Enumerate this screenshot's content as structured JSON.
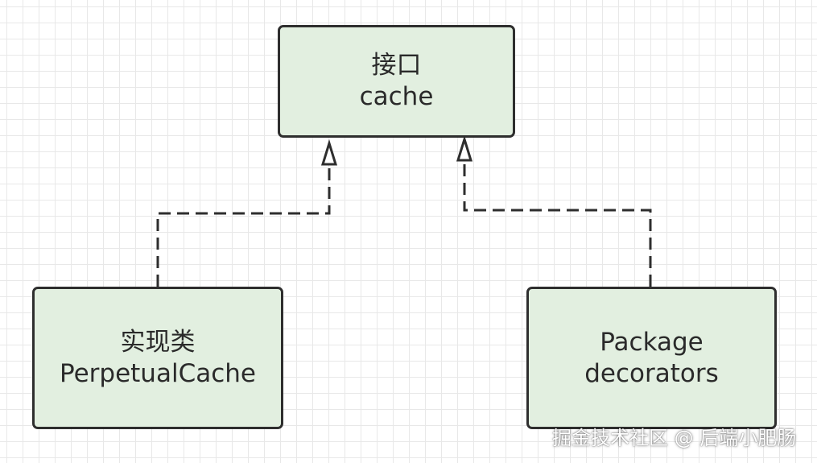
{
  "colors": {
    "box_fill": "#e2efe0",
    "box_border": "#2e2e2e",
    "connector": "#2e2e2e",
    "grid": "#e8e8e8"
  },
  "nodes": {
    "cache": {
      "line1": "接口",
      "line2": "cache"
    },
    "impl": {
      "line1": "实现类",
      "line2": "PerpetualCache"
    },
    "package": {
      "line1": "Package",
      "line2": "decorators"
    }
  },
  "edges": [
    {
      "from": "impl",
      "to": "cache",
      "style": "dashed",
      "arrowhead": "hollow-triangle"
    },
    {
      "from": "package",
      "to": "cache",
      "style": "dashed",
      "arrowhead": "hollow-triangle"
    }
  ],
  "watermark": "掘金技术社区 @ 后端小肥肠"
}
